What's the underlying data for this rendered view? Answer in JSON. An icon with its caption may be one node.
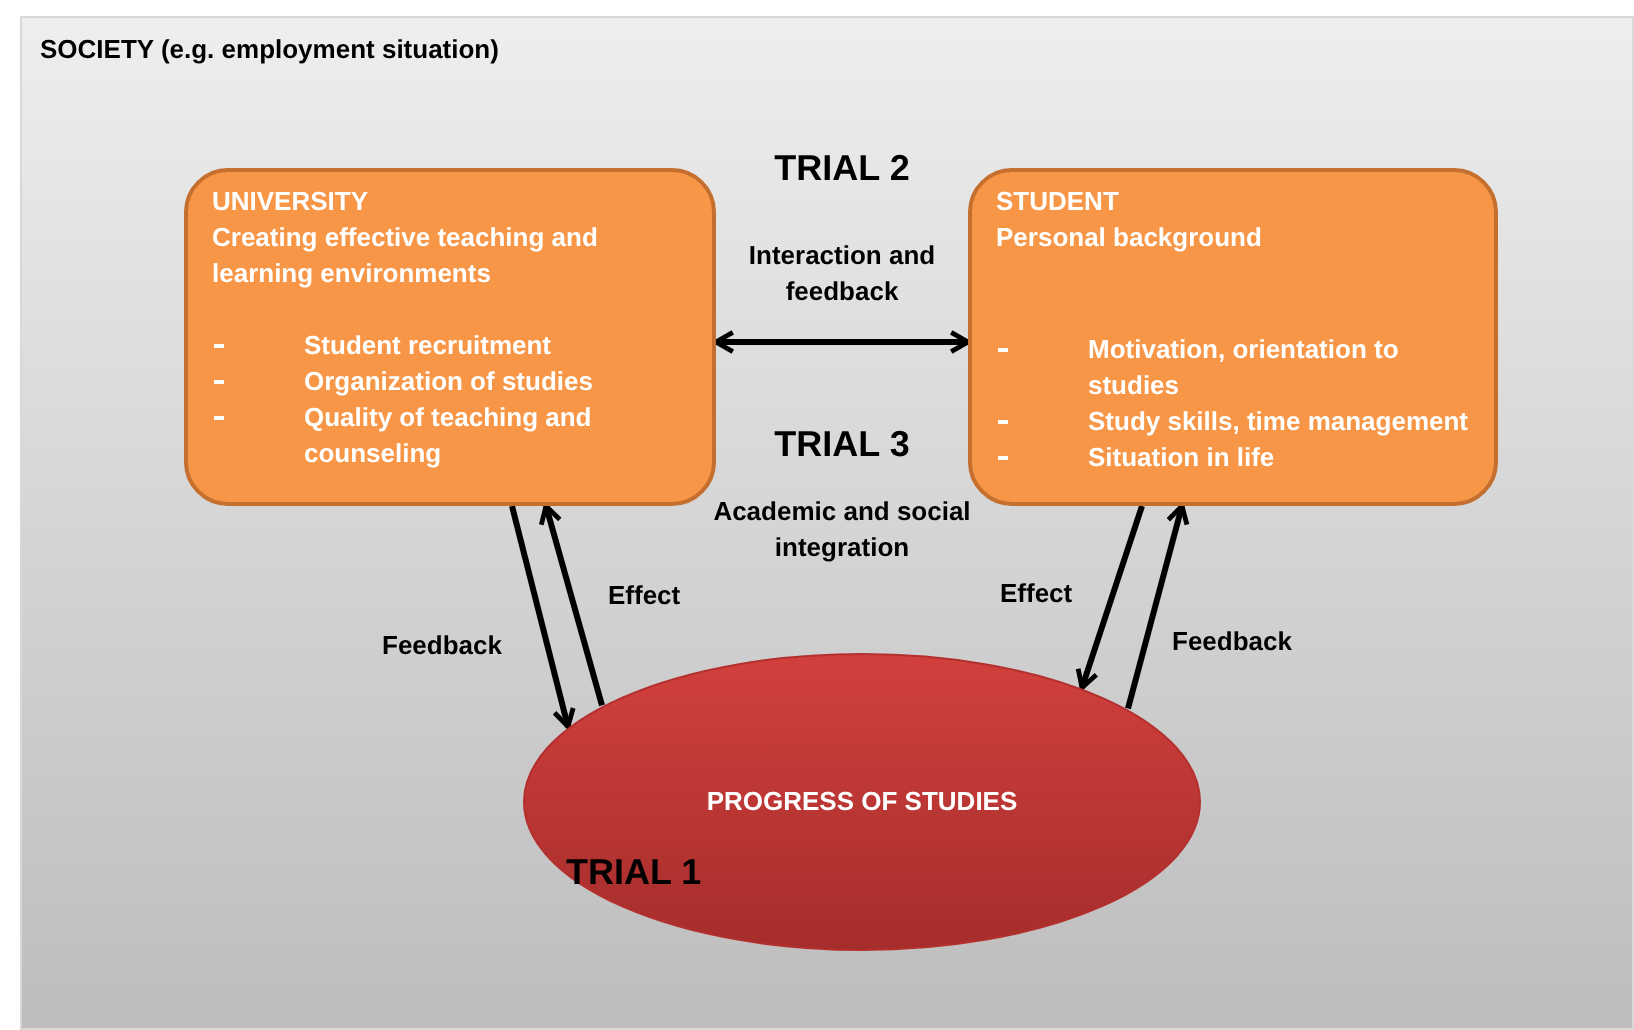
{
  "diagram": {
    "nodes": [
      {
        "text": [
          "SOCIETY (e.g. employment situation)"
        ]
      },
      {
        "text": [
          "UNIVERSITY",
          "Creating effective teaching and learning environments",
          "Student recruitment",
          "Organization of studies",
          "Quality of teaching and counseling"
        ],
        "in": 0
      },
      {
        "text": [
          "STUDENT",
          "Personal background",
          "Motivation, orientation to studies",
          "Study skills, time management",
          "Situation in life"
        ],
        "in": 0
      },
      {
        "text": [
          "PROGRESS OF STUDIES"
        ],
        "in": 0
      }
    ],
    "edges": [
      {
        "from": 1,
        "to": 2,
        "arrow": "both",
        "label": "Interaction and feedback"
      },
      {
        "from": 1,
        "to": 3,
        "arrow": "to",
        "label": "Feedback"
      },
      {
        "from": 3,
        "to": 1,
        "arrow": "to",
        "label": "Effect"
      },
      {
        "from": 2,
        "to": 3,
        "arrow": "to",
        "label": "Effect"
      },
      {
        "from": 3,
        "to": 2,
        "arrow": "to",
        "label": "Feedback"
      }
    ],
    "labels": [
      "TRIAL 2",
      "TRIAL 3",
      "Academic and social integration",
      "TRIAL 1"
    ]
  }
}
